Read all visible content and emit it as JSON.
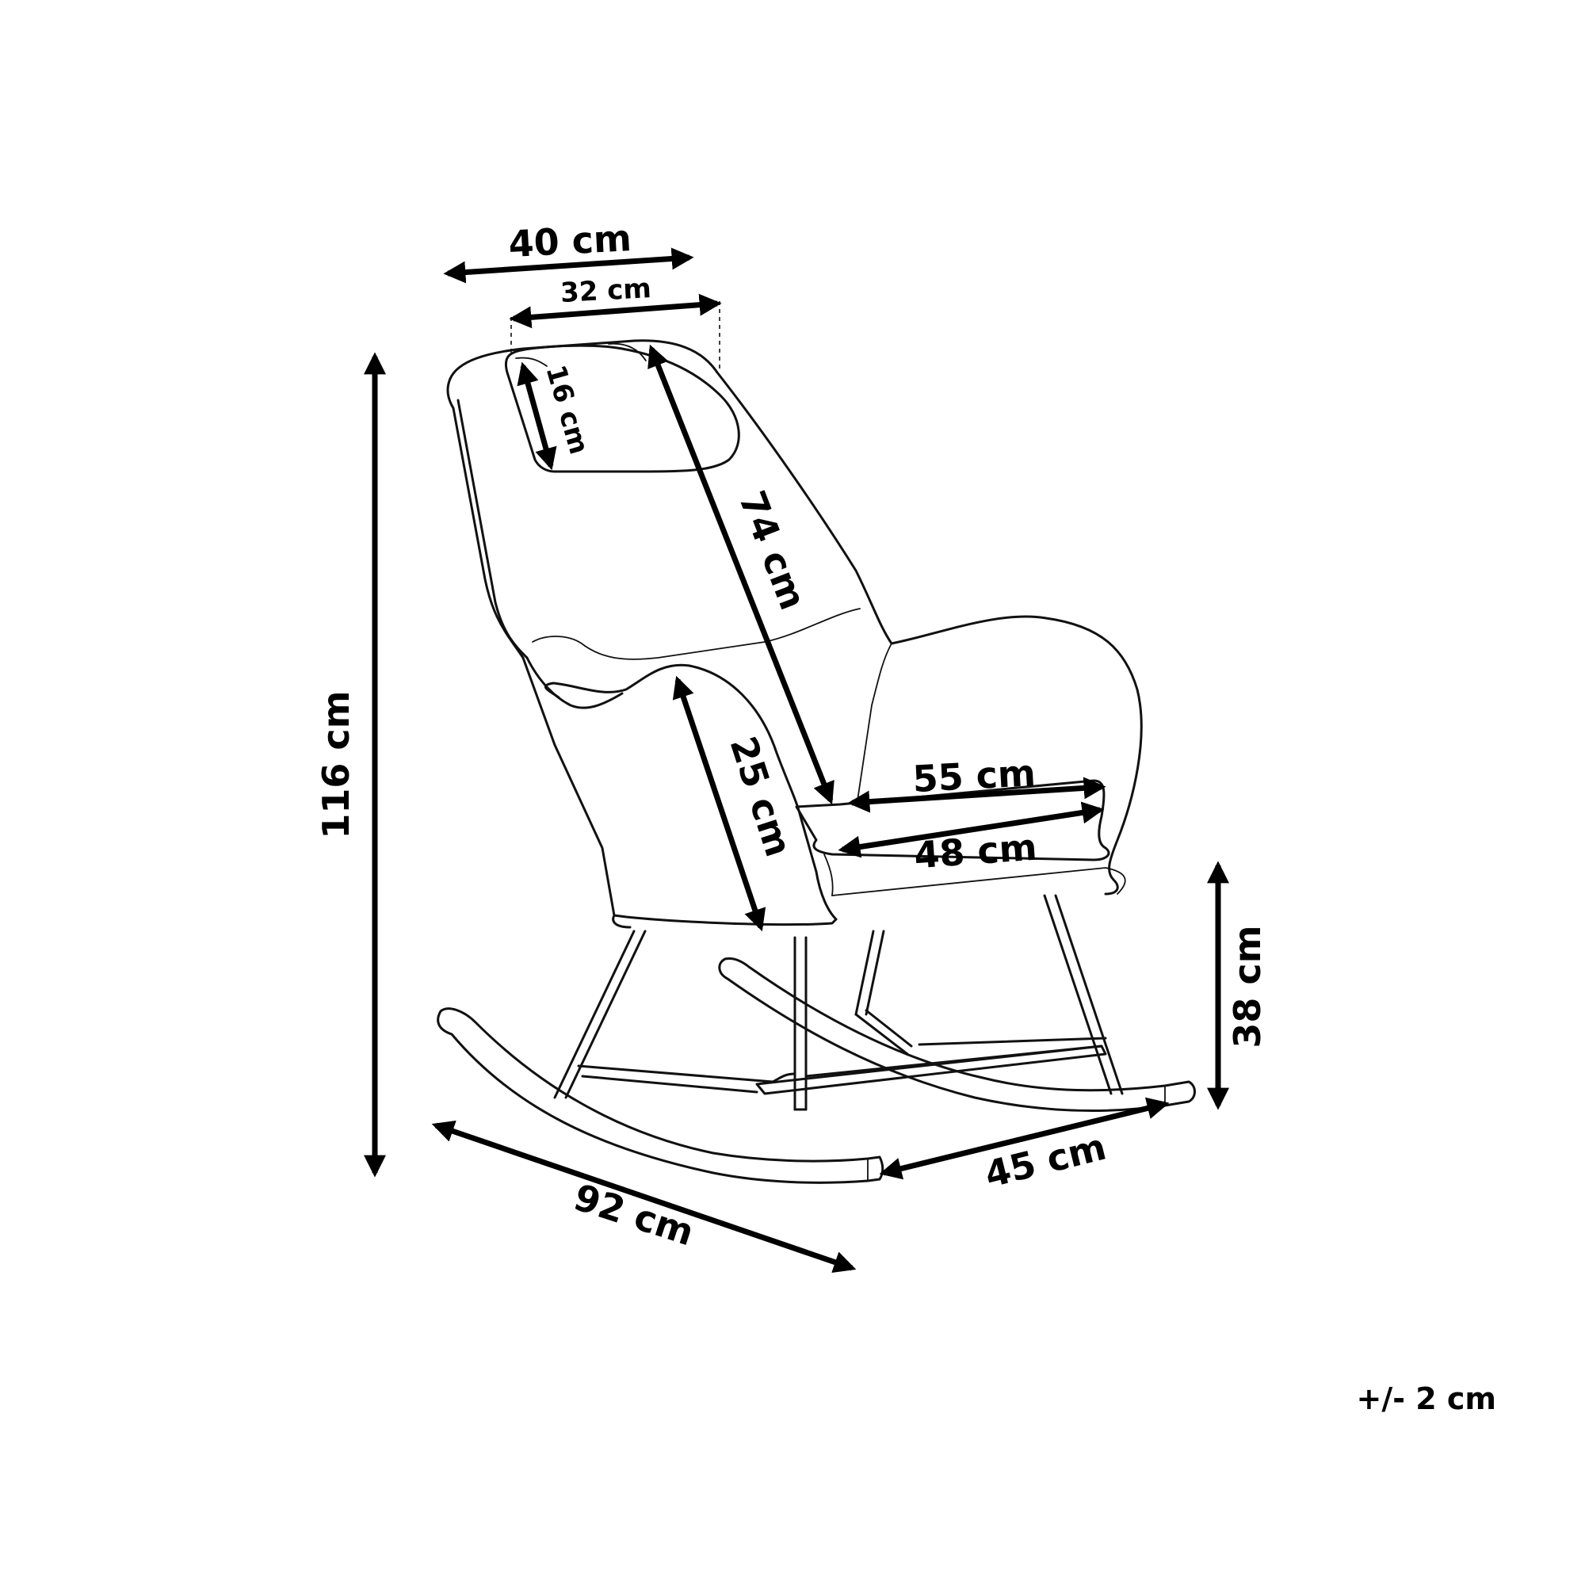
{
  "dimensions": {
    "backrest_width_outer": "40 cm",
    "backrest_width_inner": "32 cm",
    "headrest_height": "16 cm",
    "backrest_height": "74 cm",
    "total_height": "116 cm",
    "armrest_height": "25 cm",
    "seat_width_outer": "55 cm",
    "seat_width_inner": "48 cm",
    "seat_height": "38 cm",
    "total_length": "92 cm",
    "total_depth": "45 cm"
  },
  "tolerance": "+/- 2 cm"
}
